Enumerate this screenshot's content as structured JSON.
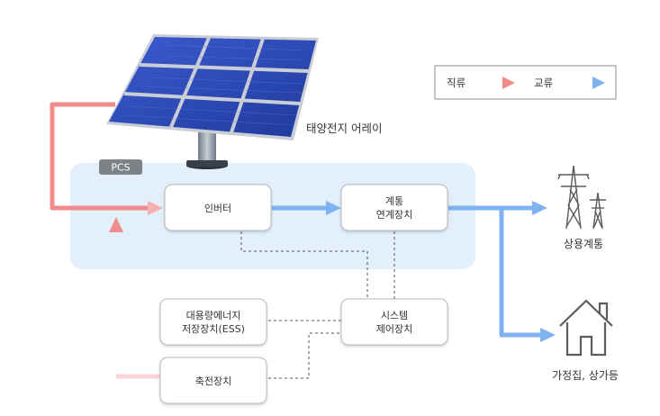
{
  "legend": {
    "dc_label": "직류",
    "ac_label": "교류",
    "dc_color": "#f28b8b",
    "ac_color": "#7fb2f0"
  },
  "solar_array": {
    "label": "태양전지 어레이"
  },
  "pcs": {
    "label": "PCS"
  },
  "nodes": {
    "inverter": "인버터",
    "grid_link_line1": "계통",
    "grid_link_line2": "연계장치",
    "ess_line1": "대용량에너지",
    "ess_line2": "저장장치(ESS)",
    "system_ctrl_line1": "시스템",
    "system_ctrl_line2": "제어장치",
    "storage": "축전장치"
  },
  "outputs": {
    "utility_grid": "상용계통",
    "homes_shops": "가정집, 상가등"
  },
  "icons": {
    "solar": "solar-panel-icon",
    "tower": "transmission-tower-icon",
    "house": "house-icon"
  }
}
